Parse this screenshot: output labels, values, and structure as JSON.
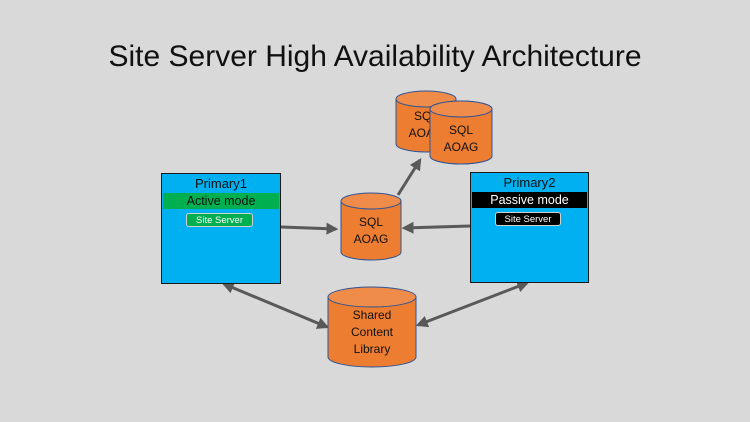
{
  "slide": {
    "title": "Site Server High Availability Architecture"
  },
  "colors": {
    "background": "#d9d9d9",
    "server_box": "#00b0f0",
    "active": "#00b050",
    "passive": "#000000",
    "database": "#ed7d31",
    "arrow": "#595959"
  },
  "primary1": {
    "label": "Primary1",
    "mode": "Active mode",
    "role": "Site Server"
  },
  "primary2": {
    "label": "Primary2",
    "mode": "Passive mode",
    "role": "Site Server"
  },
  "sql_center": {
    "line1": "SQL",
    "line2": "AOAG"
  },
  "sql_back": {
    "line1": "SQL",
    "line2": "AOAG"
  },
  "sql_front": {
    "line1": "SQL",
    "line2": "AOAG"
  },
  "content_library": {
    "line1": "Shared",
    "line2": "Content",
    "line3": "Library"
  }
}
